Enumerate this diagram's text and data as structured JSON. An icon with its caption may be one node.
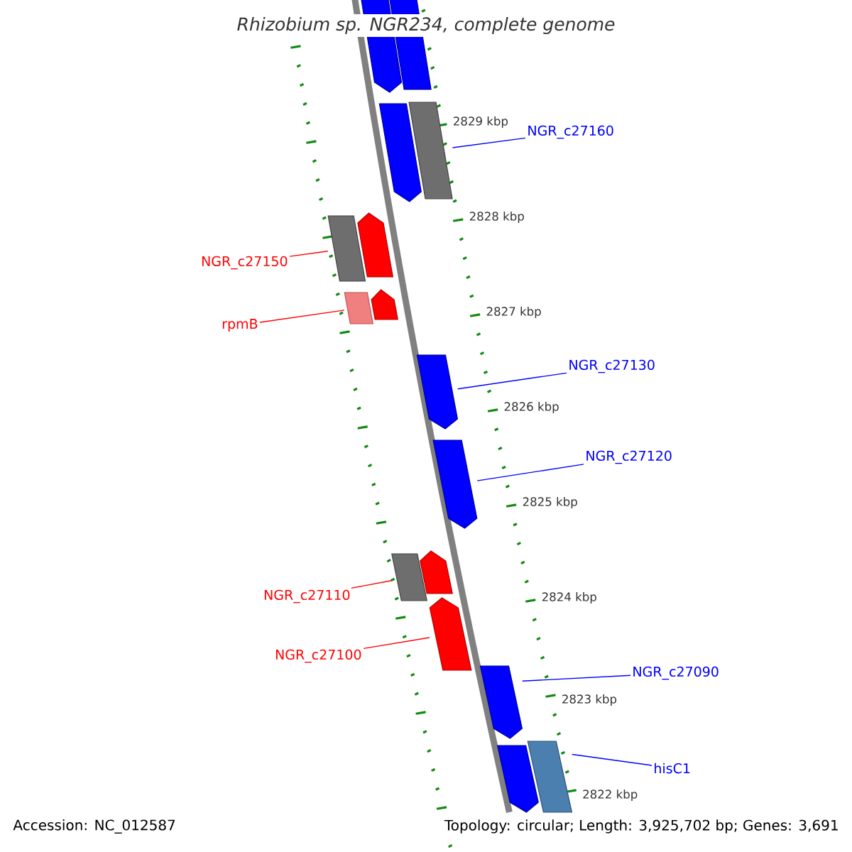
{
  "diagram": {
    "title": "Rhizobium sp. NGR234, complete genome",
    "nodes": [
      {
        "text": [],
        "shape": "arrow"
      },
      {
        "text": [],
        "shape": "box"
      },
      {
        "text": [],
        "shape": "arrow"
      },
      {
        "text": [],
        "shape": "box"
      },
      {
        "text": [
          "NGR_c27160"
        ]
      },
      {
        "text": [
          "NGR_c27150"
        ]
      },
      {
        "text": [],
        "shape": "box"
      },
      {
        "text": [],
        "shape": "arrow"
      },
      {
        "text": [
          "rpmB"
        ]
      },
      {
        "text": [],
        "shape": "box"
      },
      {
        "text": [],
        "shape": "arrow"
      },
      {
        "text": [],
        "shape": "arrow"
      },
      {
        "text": [
          "NGR_c27130"
        ]
      },
      {
        "text": [
          "NGR_c27120"
        ]
      },
      {
        "text": [],
        "shape": "arrow"
      },
      {
        "text": [],
        "shape": "arrow"
      },
      {
        "text": [],
        "shape": "box"
      },
      {
        "text": [
          "NGR_c27110"
        ]
      },
      {
        "text": [],
        "shape": "arrow"
      },
      {
        "text": [
          "NGR_c27100"
        ]
      },
      {
        "text": [],
        "shape": "arrow"
      },
      {
        "text": [
          "NGR_c27090"
        ]
      },
      {
        "text": [
          "hisC1"
        ]
      },
      {
        "text": [],
        "shape": "arrow"
      },
      {
        "text": [],
        "shape": "box"
      }
    ],
    "edges": [
      {
        "from": 4,
        "to": 3,
        "arrow": "none"
      },
      {
        "from": 5,
        "to": 6,
        "arrow": "none",
        "color": "#ff0000"
      },
      {
        "from": 8,
        "to": 9,
        "arrow": "none",
        "color": "#ff0000"
      },
      {
        "from": 12,
        "to": 11,
        "arrow": "none"
      },
      {
        "from": 13,
        "to": 14,
        "arrow": "none"
      },
      {
        "from": 17,
        "to": 16,
        "arrow": "none",
        "color": "#ff0000"
      },
      {
        "from": 19,
        "to": 18,
        "arrow": "none",
        "color": "#ff0000"
      },
      {
        "from": 21,
        "to": 20,
        "arrow": "none"
      },
      {
        "from": 22,
        "to": 24,
        "arrow": "none"
      }
    ],
    "labels": [
      "2829 kbp",
      "2828 kbp",
      "2827 kbp",
      "2826 kbp",
      "2825 kbp",
      "2824 kbp",
      "2823 kbp",
      "2822 kbp",
      "Accession: NC_012587",
      "Topology: circular; Length: 3,925,702 bp; Genes: 3,691"
    ]
  }
}
